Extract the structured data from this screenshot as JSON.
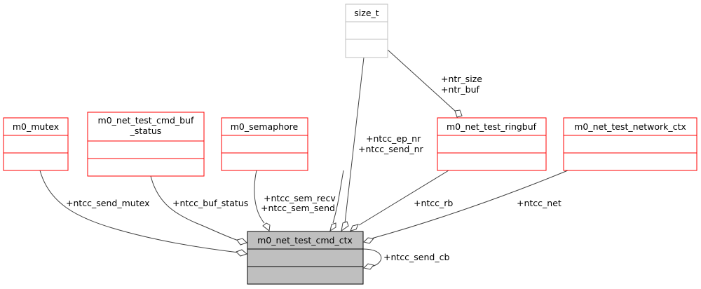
{
  "diagram": {
    "type": "collaboration-diagram",
    "main_class": {
      "name": "m0_net_test_cmd_ctx"
    },
    "classes": [
      {
        "id": "size_t",
        "name_lines": [
          "size_t"
        ],
        "style": "grey"
      },
      {
        "id": "m0_mutex",
        "name_lines": [
          "m0_mutex"
        ],
        "style": "red"
      },
      {
        "id": "m0_net_test_cmd_buf_status",
        "name_lines": [
          "m0_net_test_cmd_buf",
          "_status"
        ],
        "style": "red"
      },
      {
        "id": "m0_semaphore",
        "name_lines": [
          "m0_semaphore"
        ],
        "style": "red"
      },
      {
        "id": "m0_net_test_ringbuf",
        "name_lines": [
          "m0_net_test_ringbuf"
        ],
        "style": "red"
      },
      {
        "id": "m0_net_test_network_ctx",
        "name_lines": [
          "m0_net_test_network_ctx"
        ],
        "style": "red"
      }
    ],
    "edges": [
      {
        "from": "size_t",
        "to": "m0_net_test_ringbuf",
        "labels": [
          "+ntr_size",
          "+ntr_buf"
        ]
      },
      {
        "from": "size_t",
        "to": "m0_net_test_cmd_ctx",
        "labels": [
          "+ntcc_ep_nr",
          "+ntcc_send_nr"
        ]
      },
      {
        "from": "m0_mutex",
        "to": "m0_net_test_cmd_ctx",
        "labels": [
          "+ntcc_send_mutex"
        ]
      },
      {
        "from": "m0_net_test_cmd_buf_status",
        "to": "m0_net_test_cmd_ctx",
        "labels": [
          "+ntcc_buf_status"
        ]
      },
      {
        "from": "m0_semaphore",
        "to": "m0_net_test_cmd_ctx",
        "labels": [
          "+ntcc_sem_recv",
          "+ntcc_sem_send"
        ]
      },
      {
        "from": "m0_net_test_ringbuf",
        "to": "m0_net_test_cmd_ctx",
        "labels": [
          "+ntcc_rb"
        ]
      },
      {
        "from": "m0_net_test_network_ctx",
        "to": "m0_net_test_cmd_ctx",
        "labels": [
          "+ntcc_net"
        ]
      },
      {
        "from": "m0_net_test_cmd_ctx",
        "to": "m0_net_test_cmd_ctx",
        "labels": [
          "+ntcc_send_cb"
        ]
      }
    ]
  }
}
